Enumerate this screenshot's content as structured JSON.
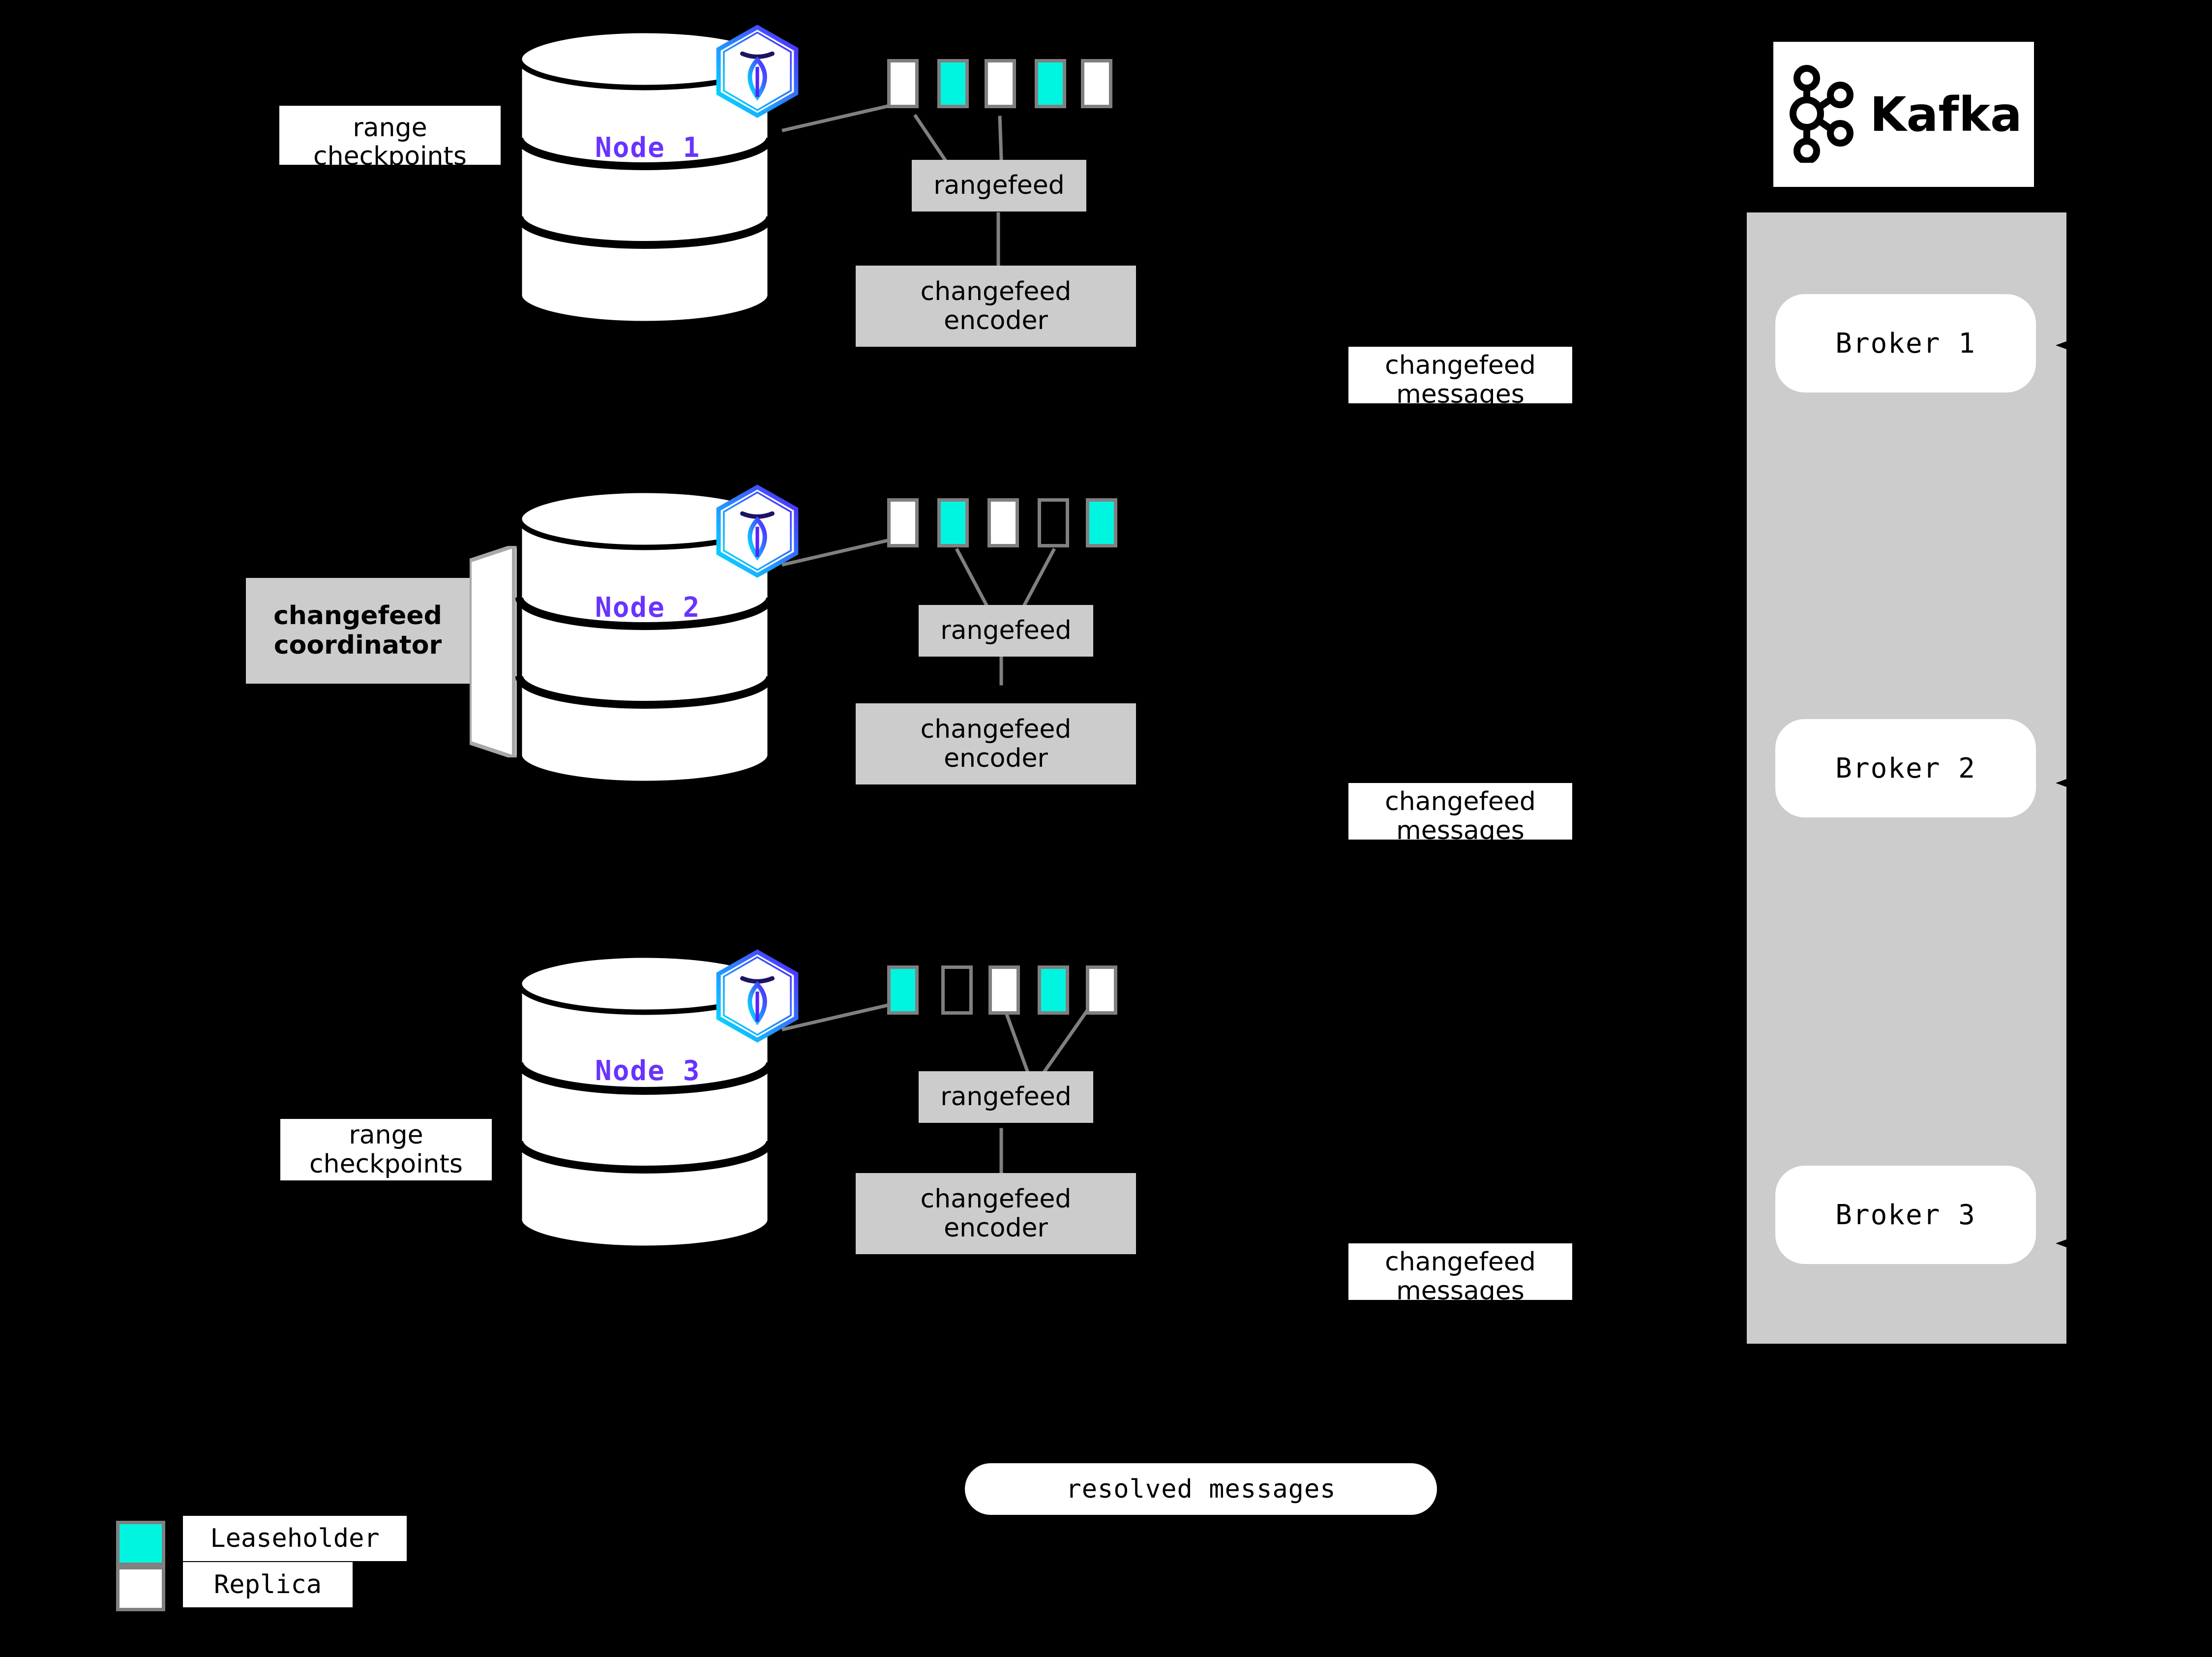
{
  "diagram": {
    "background": "#000000",
    "accent_purple": "#6933FF",
    "leaseholder_color": "#00F5E1",
    "replica_color": "#FFFFFF",
    "box_gray": "#CCCCCC",
    "line_gray": "#808080"
  },
  "nodes": [
    {
      "label": "Node 1",
      "checkpoint_label": "range\ncheckpoints",
      "rangefeed_label": "rangefeed",
      "encoder_label": "changefeed\nencoder",
      "ranges": [
        "replica",
        "leaseholder",
        "replica",
        "leaseholder",
        "replica"
      ]
    },
    {
      "label": "Node 2",
      "rangefeed_label": "rangefeed",
      "encoder_label": "changefeed\nencoder",
      "coordinator_label": "changefeed\ncoordinator",
      "ranges": [
        "replica",
        "leaseholder",
        "replica",
        "empty",
        "leaseholder"
      ]
    },
    {
      "label": "Node 3",
      "checkpoint_label": "range\ncheckpoints",
      "rangefeed_label": "rangefeed",
      "encoder_label": "changefeed\nencoder",
      "ranges": [
        "leaseholder",
        "empty",
        "replica",
        "leaseholder",
        "replica"
      ]
    }
  ],
  "messages": [
    {
      "label": "changefeed\nmessages"
    },
    {
      "label": "changefeed\nmessages"
    },
    {
      "label": "changefeed\nmessages"
    }
  ],
  "resolved": {
    "label": "resolved messages"
  },
  "kafka": {
    "name": "Kafka",
    "logo_icon": "kafka-node-graph-icon",
    "brokers": [
      {
        "label": "Broker 1"
      },
      {
        "label": "Broker 2"
      },
      {
        "label": "Broker 3"
      }
    ]
  },
  "legend": {
    "items": [
      {
        "swatch": "leaseholder",
        "label": "Leaseholder"
      },
      {
        "swatch": "replica",
        "label": "Replica"
      }
    ]
  }
}
